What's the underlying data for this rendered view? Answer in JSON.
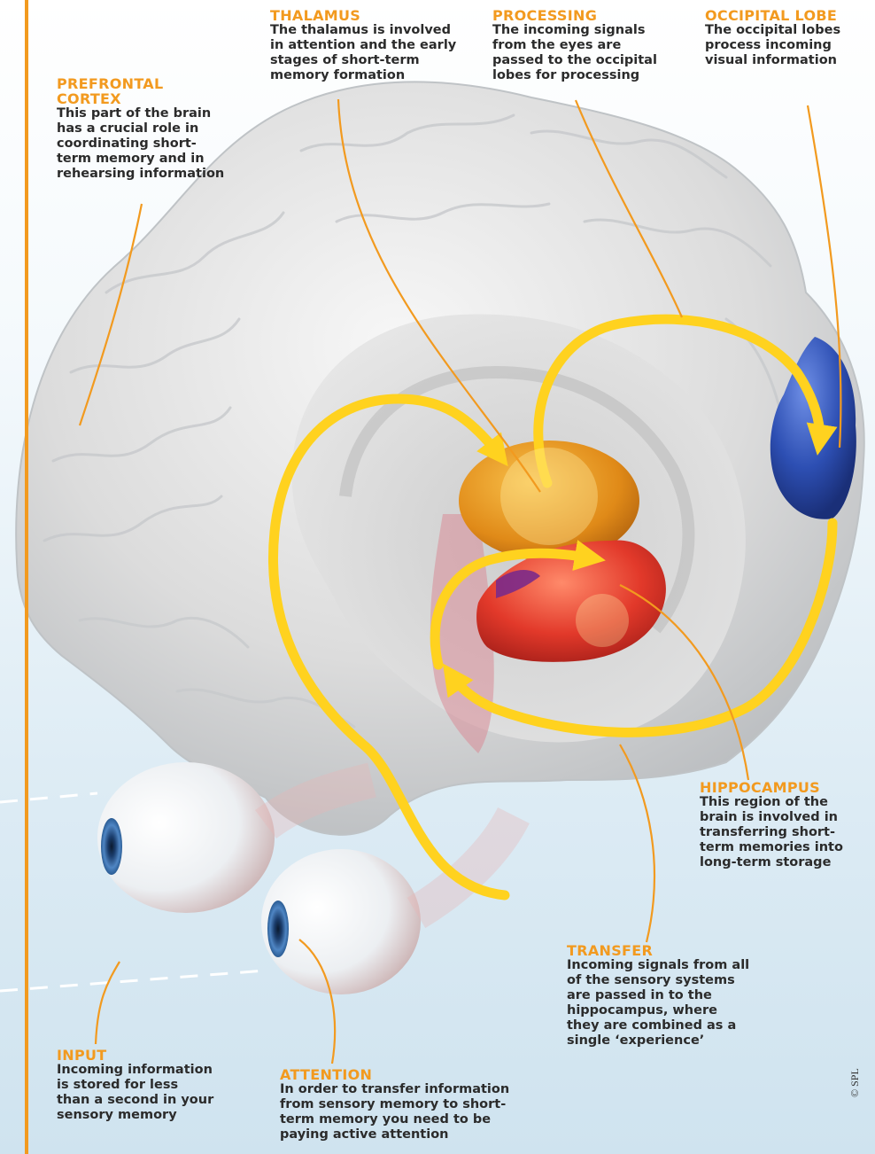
{
  "labels": {
    "thalamus": {
      "heading": "THALAMUS",
      "body": "The thalamus is involved\nin attention and the early\nstages of short-term\nmemory formation"
    },
    "processing": {
      "heading": "PROCESSING",
      "body": "The incoming signals\nfrom the eyes are\npassed to the occipital\nlobes for processing"
    },
    "occipital_lobe": {
      "heading": "OCCIPITAL LOBE",
      "body": "The occipital lobes\nprocess incoming\nvisual information"
    },
    "prefrontal_cortex": {
      "heading": "PREFRONTAL\nCORTEX",
      "body": "This part of the brain\nhas a crucial role in\ncoordinating short-\nterm memory and in\nrehearsing information"
    },
    "hippocampus": {
      "heading": "HIPPOCAMPUS",
      "body": "This region of the\nbrain is involved in\ntransferring short-\nterm memories into\nlong-term storage"
    },
    "transfer": {
      "heading": "TRANSFER",
      "body": "Incoming signals from all\nof the sensory systems\nare passed in to the\nhippocampus, where\nthey are combined as a\nsingle ‘experience’"
    },
    "input": {
      "heading": "INPUT",
      "body": "Incoming information\nis stored for less\nthan a second in your\nsensory memory"
    },
    "attention": {
      "heading": "ATTENTION",
      "body": "In order to transfer information\nfrom sensory memory to short-\nterm memory you need to be\npaying active attention"
    }
  },
  "credit": "© SPL",
  "colors": {
    "heading": "#f29a1f",
    "leader_line": "#f29a1f",
    "signal_path": "#ffd21f",
    "body_text": "#2b2b2b",
    "brain": "#e4e4e4",
    "thalamus": "#e79a1e",
    "hippocampus": "#e23b2b",
    "occipital_lobe": "#2d4fb3"
  }
}
